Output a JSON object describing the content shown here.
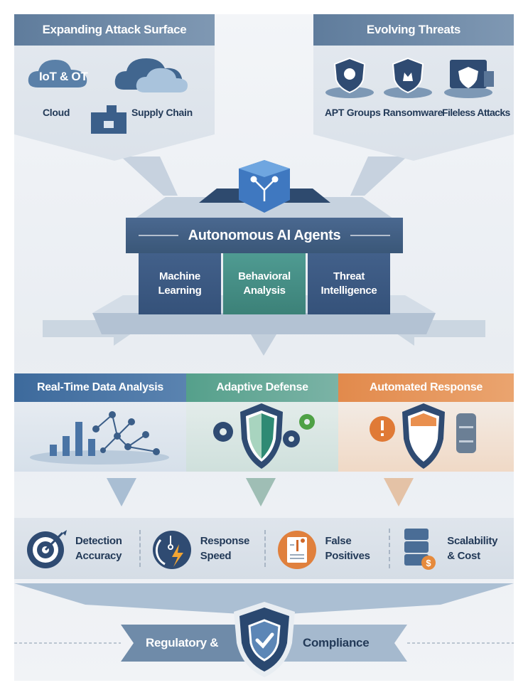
{
  "colors": {
    "navy": "#2f4b72",
    "slate_blue": "#5f7c9c",
    "teal": "#4a9a8a",
    "orange": "#e0874a",
    "light_bg": "#eef1f5"
  },
  "inputs": {
    "attack_surface": {
      "title": "Expanding Attack Surface",
      "items": [
        {
          "label": "IoT & OT",
          "icon": "cloud-icon"
        },
        {
          "label": "Cloud",
          "icon": "cloud-icon"
        },
        {
          "label": "Supply Chain",
          "icon": "supply-chain-icon"
        }
      ]
    },
    "threats": {
      "title": "Evolving Threats",
      "items": [
        {
          "label": "APT Groups",
          "icon": "shield-mask-icon"
        },
        {
          "label": "Ransomware",
          "icon": "shield-bug-icon"
        },
        {
          "label": "Fileless Attacks",
          "icon": "shield-window-icon"
        }
      ]
    }
  },
  "engine": {
    "title": "Autonomous AI Agents",
    "icon": "ai-cube-icon",
    "pillars": [
      {
        "line1": "Machine",
        "line2": "Learning"
      },
      {
        "line1": "Behavioral",
        "line2": "Analysis"
      },
      {
        "line1": "Threat",
        "line2": "Intelligence"
      }
    ]
  },
  "capabilities": [
    {
      "title": "Real-Time Data Analysis",
      "icon": "network-chart-icon"
    },
    {
      "title": "Adaptive Defense",
      "icon": "shield-gears-icon"
    },
    {
      "title": "Automated Response",
      "icon": "alert-shield-server-icon"
    }
  ],
  "metrics": [
    {
      "line1": "Detection",
      "line2": "Accuracy",
      "icon": "target-icon"
    },
    {
      "line1": "Response",
      "line2": "Speed",
      "icon": "stopwatch-bolt-icon"
    },
    {
      "line1": "False",
      "line2": "Positives",
      "icon": "document-flag-icon"
    },
    {
      "line1": "Scalability",
      "line2": "& Cost",
      "icon": "server-dollar-icon"
    }
  ],
  "compliance": {
    "left": "Regulatory &",
    "right": "Compliance",
    "icon": "shield-check-icon"
  }
}
